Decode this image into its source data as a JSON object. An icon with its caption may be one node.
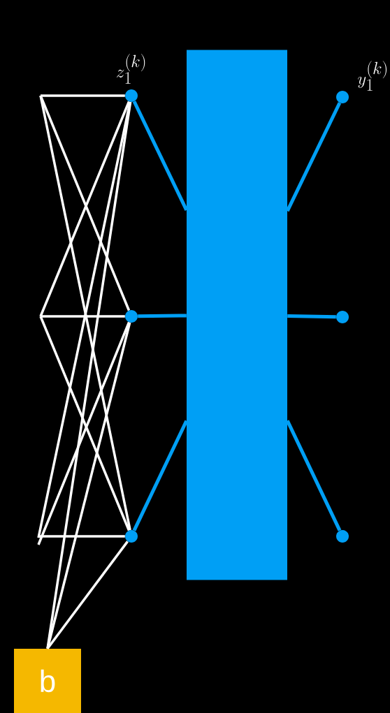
{
  "diagram": {
    "nodes": [
      {
        "text": [],
        "shape": "circle",
        "beside": [
          "z_1^{(k)}"
        ]
      },
      {
        "text": [],
        "shape": "circle"
      },
      {
        "text": [],
        "shape": "circle"
      },
      {
        "text": [],
        "shape": "box"
      },
      {
        "text": [],
        "shape": "circle",
        "beside": [
          "y_1^{(k)}"
        ]
      },
      {
        "text": [],
        "shape": "circle"
      },
      {
        "text": [],
        "shape": "circle"
      },
      {
        "text": [
          "b"
        ]
      }
    ],
    "edges": [
      {
        "from": null,
        "to": 0,
        "arrow": "none"
      },
      {
        "from": null,
        "to": 1,
        "arrow": "none"
      },
      {
        "from": null,
        "to": 2,
        "arrow": "none"
      },
      {
        "from": null,
        "to": 0,
        "arrow": "none"
      },
      {
        "from": null,
        "to": 1,
        "arrow": "none"
      },
      {
        "from": null,
        "to": 2,
        "arrow": "none"
      },
      {
        "from": null,
        "to": 0,
        "arrow": "none"
      },
      {
        "from": null,
        "to": 1,
        "arrow": "none"
      },
      {
        "from": null,
        "to": 2,
        "arrow": "none"
      },
      {
        "from": 7,
        "to": 0,
        "arrow": "none"
      },
      {
        "from": 7,
        "to": 1,
        "arrow": "none"
      },
      {
        "from": 7,
        "to": 2,
        "arrow": "none"
      },
      {
        "from": 0,
        "to": 3,
        "arrow": "none",
        "color": "#009ff5"
      },
      {
        "from": 1,
        "to": 3,
        "arrow": "none",
        "color": "#009ff5"
      },
      {
        "from": 2,
        "to": 3,
        "arrow": "none",
        "color": "#009ff5"
      },
      {
        "from": 3,
        "to": 4,
        "arrow": "none",
        "color": "#009ff5"
      },
      {
        "from": 3,
        "to": 5,
        "arrow": "none",
        "color": "#009ff5"
      },
      {
        "from": 3,
        "to": 6,
        "arrow": "none",
        "color": "#009ff5"
      }
    ]
  }
}
